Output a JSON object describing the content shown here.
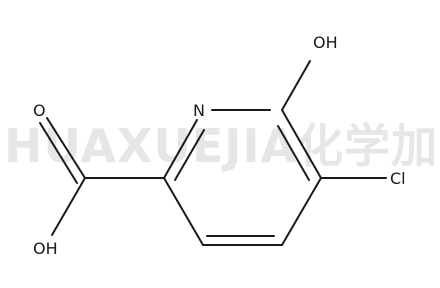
{
  "watermark": {
    "text": "HUAXUEJIA化学加",
    "color": "#e6e6e6"
  },
  "molecule": {
    "atom_labels": {
      "hydroxyl_top": "OH",
      "ring_nitrogen": "N",
      "chlorine": "Cl",
      "carbonyl_oxygen": "O",
      "acid_hydroxyl": "OH"
    },
    "bond_color": "#1a1a1a"
  }
}
